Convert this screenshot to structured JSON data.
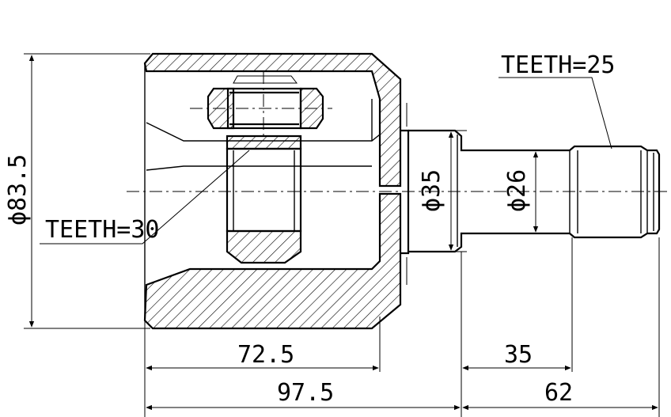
{
  "labels": {
    "diameter_body": "ϕ83.5",
    "diameter_shaft": "ϕ35",
    "diameter_stub": "ϕ26",
    "teeth_inner": "TEETH=30",
    "teeth_outer": "TEETH=25",
    "length_72_5": "72.5",
    "length_97_5": "97.5",
    "length_35": "35",
    "length_62": "62"
  }
}
